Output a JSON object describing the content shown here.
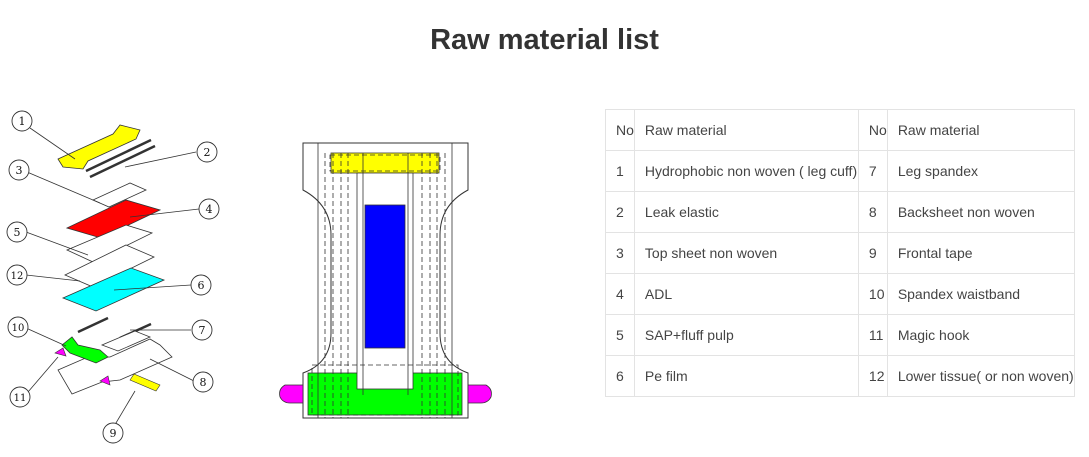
{
  "title": "Raw material list",
  "table": {
    "headers": [
      "No",
      "Raw material",
      "No",
      "Raw material"
    ],
    "rows": [
      {
        "no1": "1",
        "m1": "Hydrophobic non woven ( leg cuff)",
        "no2": "7",
        "m2": "Leg spandex"
      },
      {
        "no1": "2",
        "m1": "Leak elastic",
        "no2": "8",
        "m2": "Backsheet non woven"
      },
      {
        "no1": "3",
        "m1": "Top sheet non woven",
        "no2": "9",
        "m2": "Frontal tape"
      },
      {
        "no1": "4",
        "m1": "ADL",
        "no2": "10",
        "m2": "Spandex waistband"
      },
      {
        "no1": "5",
        "m1": "SAP+fluff pulp",
        "no2": "11",
        "m2": "Magic hook"
      },
      {
        "no1": "6",
        "m1": "Pe film",
        "no2": "12",
        "m2": "Lower tissue( or non woven)"
      }
    ]
  },
  "callouts": [
    "1",
    "2",
    "3",
    "4",
    "5",
    "6",
    "7",
    "8",
    "9",
    "10",
    "11",
    "12"
  ],
  "colors": {
    "leg_cuff": "#ffff00",
    "adl": "#ff0000",
    "pe_film": "#00ffff",
    "core": "#0000ff",
    "waistband": "#00ff00",
    "magic_hook": "#ff00ff"
  }
}
